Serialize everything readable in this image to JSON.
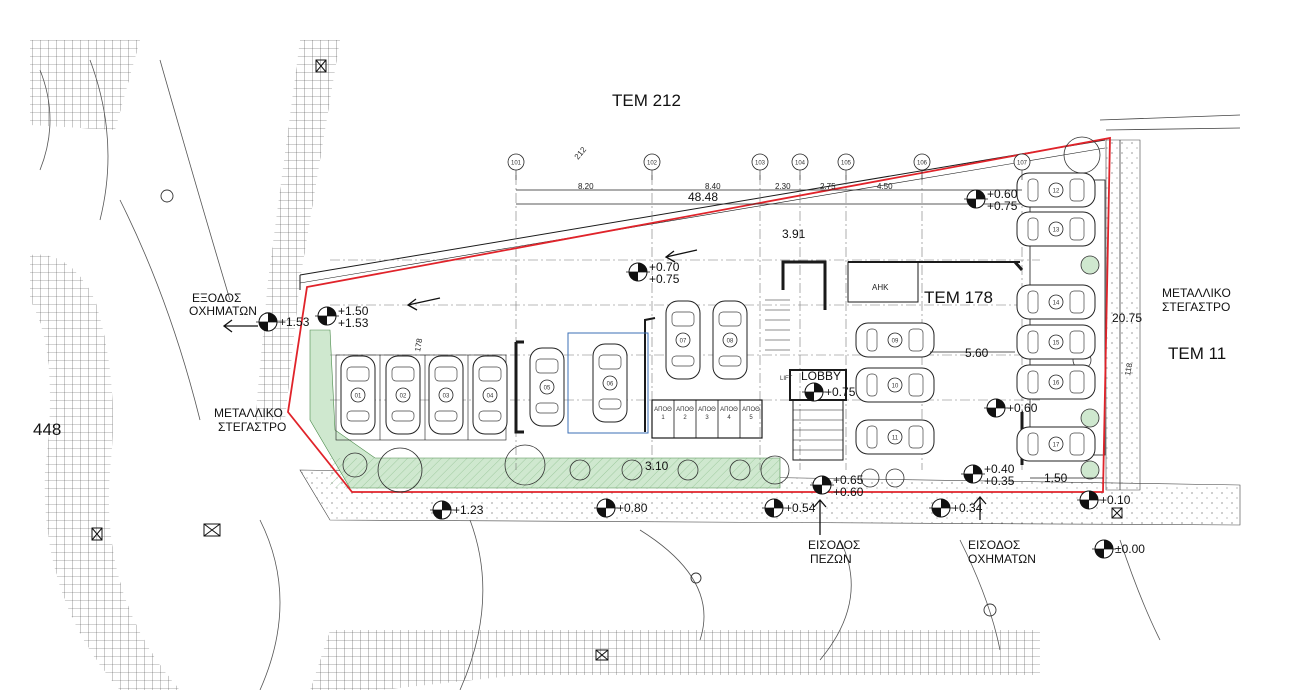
{
  "parcels": {
    "north": "ΤΕΜ 212",
    "site": "ΤΕΜ 178",
    "east": "ΤΕΜ 11",
    "west": "448"
  },
  "labels": {
    "vehicle_exit_line1": "ΕΞΟΔΟΣ",
    "vehicle_exit_line2": "ΟΧΗΜΑΤΩΝ",
    "metal_shelter_left_line1": "ΜΕΤΑΛΛΙΚΟ",
    "metal_shelter_left_line2": "ΣΤΕΓΑΣΤΡΟ",
    "metal_shelter_right_line1": "ΜΕΤΑΛΛΙΚΟ",
    "metal_shelter_right_line2": "ΣΤΕΓΑΣΤΡΟ",
    "pedestrian_entry_line1": "ΕΙΣΟΔΟΣ",
    "pedestrian_entry_line2": "ΠΕΖΩΝ",
    "vehicle_entry_line1": "ΕΙΣΟΔΟΣ",
    "vehicle_entry_line2": "ΟΧΗΜΑΤΩΝ",
    "lobby": "LOBBY",
    "lift": "LIFT",
    "ahk": "ΑΗΚ",
    "parcel_number": "212"
  },
  "grid_axes": [
    "101",
    "102",
    "103",
    "104",
    "105",
    "106",
    "107"
  ],
  "dimensions": {
    "overall": "48.48",
    "right_side": "20.75",
    "depth": "3.91",
    "aisle": "5.60",
    "corner": "3.10",
    "corner2": "1.50",
    "segments": [
      "8.20",
      "8.40",
      "2.30",
      "2.75",
      "4.50"
    ],
    "west_side": "178",
    "east_side": "118"
  },
  "levels": [
    {
      "a": "+0.60",
      "b": "+0.75"
    },
    {
      "a": "+0.70",
      "b": "+0.75"
    },
    {
      "a": "+1.50",
      "b": "+1.53"
    },
    {
      "a": "+1.53"
    },
    {
      "a": "+0.75"
    },
    {
      "a": "+0.60"
    },
    {
      "a": "+0.40",
      "b": "+0.35"
    },
    {
      "a": "+0.65",
      "b": "+0.60"
    },
    {
      "a": "+1.23"
    },
    {
      "a": "+0.80"
    },
    {
      "a": "+0.54"
    },
    {
      "a": "+0.34"
    },
    {
      "a": "+0.10"
    },
    {
      "a": "±0.00"
    }
  ],
  "parking_spaces": [
    "01",
    "02",
    "03",
    "04",
    "05",
    "06",
    "07",
    "08",
    "09",
    "10",
    "11",
    "12",
    "13",
    "14",
    "15",
    "16",
    "17"
  ],
  "storage_rooms": [
    {
      "label": "ΑΠΟΘ",
      "num": "1"
    },
    {
      "label": "ΑΠΟΘ",
      "num": "2"
    },
    {
      "label": "ΑΠΟΘ",
      "num": "3"
    },
    {
      "label": "ΑΠΟΘ",
      "num": "4"
    },
    {
      "label": "ΑΠΟΘ",
      "num": "5"
    }
  ],
  "colors": {
    "boundary": "#e0232a",
    "landscape": "#bfe0bf",
    "ink": "#1a1a1a",
    "guide": "#9a9a9a"
  }
}
